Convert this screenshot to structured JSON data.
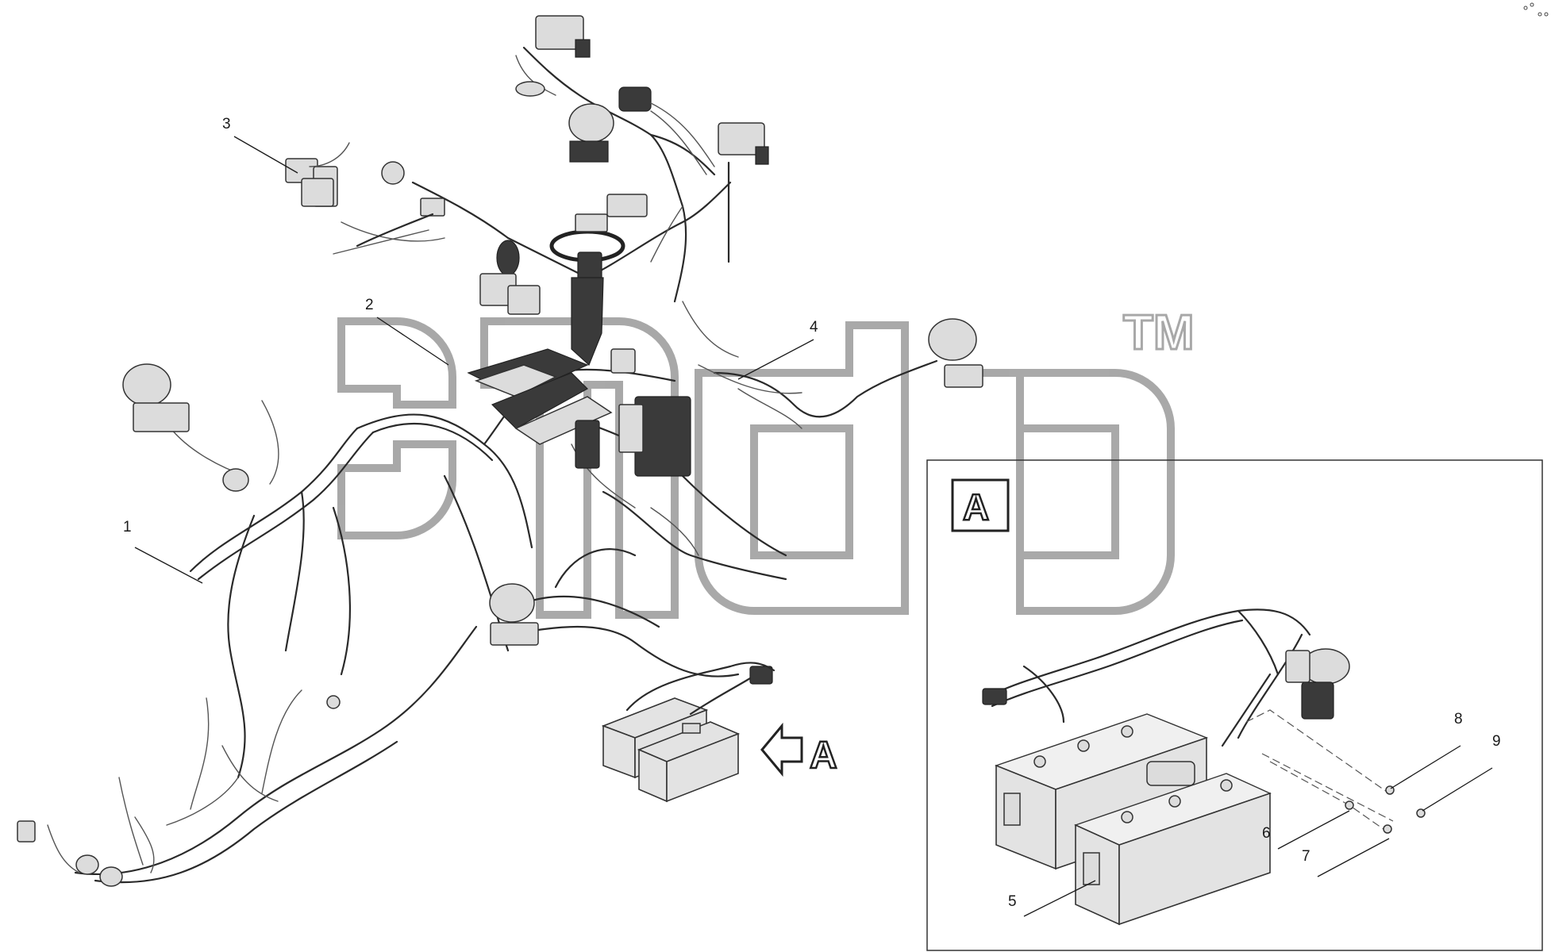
{
  "callouts": {
    "c1": "1",
    "c2": "2",
    "c3": "3",
    "c4": "4",
    "c5": "5",
    "c6": "6",
    "c7": "7",
    "c8": "8",
    "c9": "9"
  },
  "view_marker": {
    "arrow_label": "A",
    "detail_label": "A"
  },
  "watermark": {
    "tm": "TM"
  },
  "colors": {
    "line": "#2a2a2a",
    "watermark": "#9a9a9a",
    "part_fill": "#dcdcdc"
  }
}
